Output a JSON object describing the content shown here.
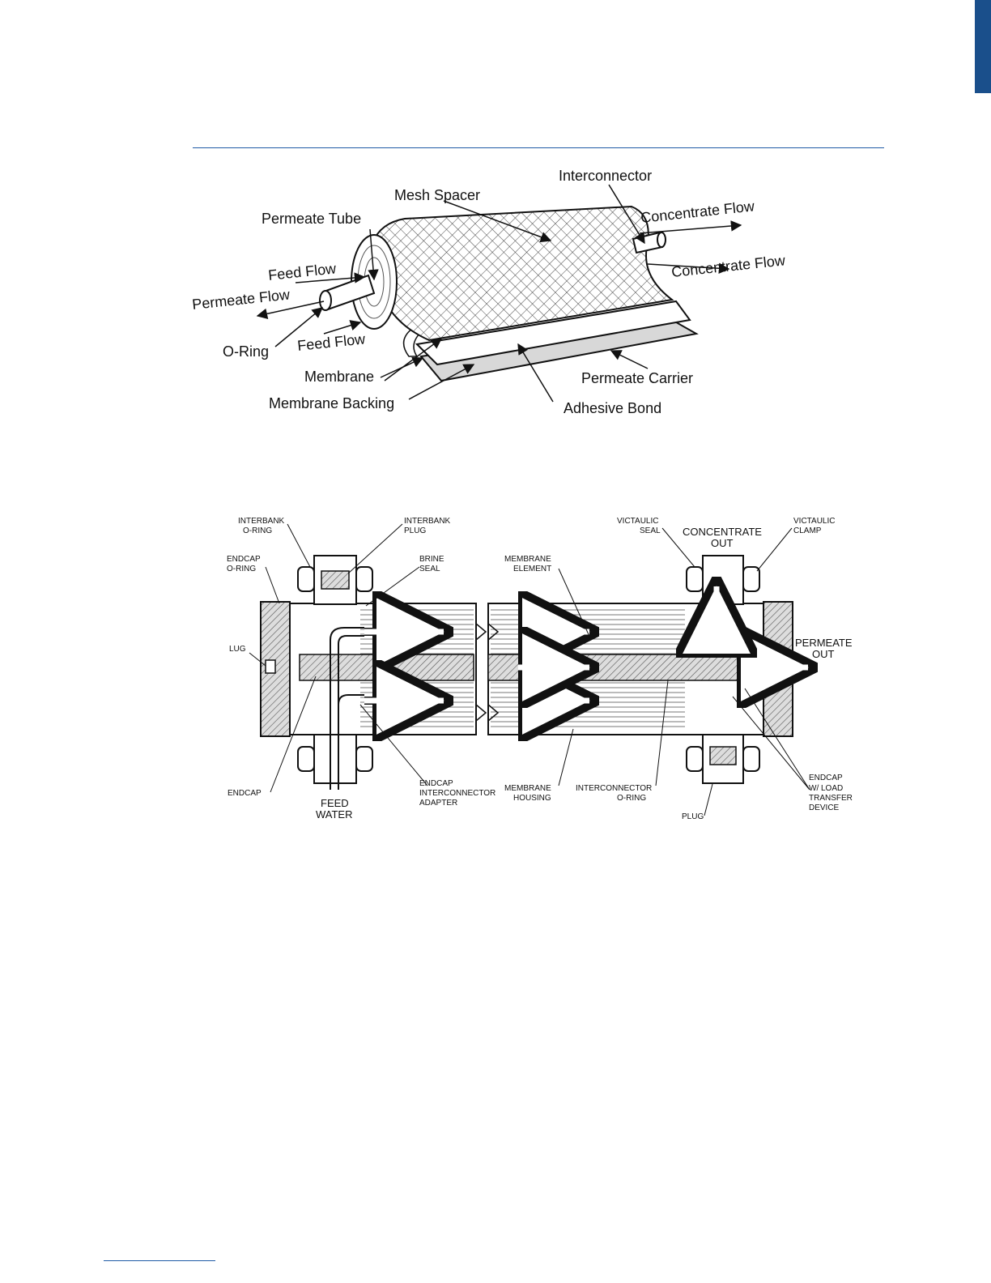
{
  "page": {
    "accent_color": "#1a4f8b",
    "rule_color": "#1f5aa6"
  },
  "figure1": {
    "labels": {
      "interconnector": "Interconnector",
      "mesh_spacer": "Mesh Spacer",
      "permeate_tube": "Permeate Tube",
      "concentrate_flow_top": "Concentrate Flow",
      "concentrate_flow_bottom": "Concentrate Flow",
      "feed_flow_top": "Feed Flow",
      "permeate_flow": "Permeate Flow",
      "o_ring": "O-Ring",
      "feed_flow_bottom": "Feed Flow",
      "membrane": "Membrane",
      "membrane_backing": "Membrane Backing",
      "permeate_carrier": "Permeate Carrier",
      "adhesive_bond": "Adhesive Bond"
    }
  },
  "figure2": {
    "labels": {
      "interbank_oring_1": "INTERBANK",
      "interbank_oring_2": "O-RING",
      "interbank_plug_1": "INTERBANK",
      "interbank_plug_2": "PLUG",
      "endcap_oring_1": "ENDCAP",
      "endcap_oring_2": "O-RING",
      "brine_seal_1": "BRINE",
      "brine_seal_2": "SEAL",
      "membrane_element_1": "MEMBRANE",
      "membrane_element_2": "ELEMENT",
      "victaulic_seal_1": "VICTAULIC",
      "victaulic_seal_2": "SEAL",
      "concentrate_out_1": "CONCENTRATE",
      "concentrate_out_2": "OUT",
      "victaulic_clamp_1": "VICTAULIC",
      "victaulic_clamp_2": "CLAMP",
      "lug": "LUG",
      "permeate_out_1": "PERMEATE",
      "permeate_out_2": "OUT",
      "endcap": "ENDCAP",
      "feed_water_1": "FEED",
      "feed_water_2": "WATER",
      "endcap_adapter_1": "ENDCAP",
      "endcap_adapter_2": "INTERCONNECTOR",
      "endcap_adapter_3": "ADAPTER",
      "membrane_housing_1": "MEMBRANE",
      "membrane_housing_2": "HOUSING",
      "interconnector_oring_1": "INTERCONNECTOR",
      "interconnector_oring_2": "O-RING",
      "plug": "PLUG",
      "endcap_load_1": "ENDCAP",
      "endcap_load_2": "W/   LOAD",
      "endcap_load_3": "TRANSFER",
      "endcap_load_4": "DEVICE"
    }
  }
}
